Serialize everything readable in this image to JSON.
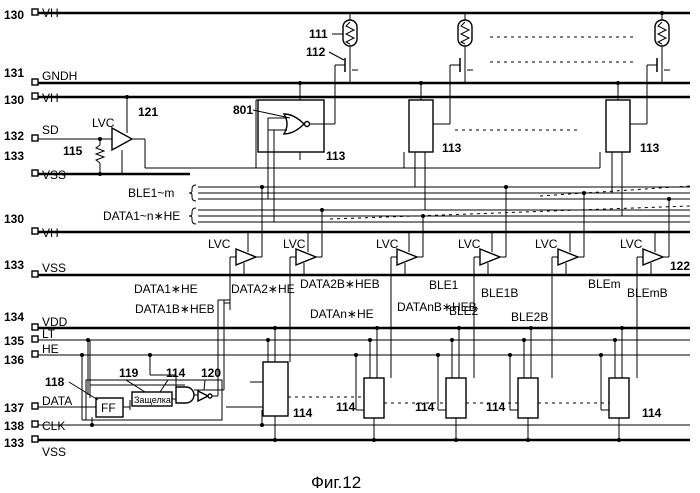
{
  "rails": [
    {
      "ref": "130",
      "label": "VH"
    },
    {
      "ref": "131",
      "label": "GNDH"
    },
    {
      "ref": "130",
      "label": "VH"
    },
    {
      "ref": "132",
      "label": "SD"
    },
    {
      "ref": "133",
      "label": "VSS"
    },
    {
      "ref": "130",
      "label": "VH"
    },
    {
      "ref": "133",
      "label": "VSS"
    },
    {
      "ref": "134",
      "label": "VDD"
    },
    {
      "ref": "135",
      "label": "LT"
    },
    {
      "ref": "136",
      "label": "HE"
    },
    {
      "ref": "137",
      "label": "DATA"
    },
    {
      "ref": "138",
      "label": "CLK"
    },
    {
      "ref": "133",
      "label": "VSS"
    }
  ],
  "buses": {
    "ble": "BLE1~m",
    "data": "DATA1~n∗HE"
  },
  "refs": {
    "r111": "111",
    "r112": "112",
    "r801": "801",
    "r113": "113",
    "r121": "121",
    "r115": "115",
    "r122": "122",
    "r114": "114",
    "r118": "118",
    "r119": "119",
    "r120": "120"
  },
  "lvc": "LVC",
  "ff": "FF",
  "latch": "Защелка",
  "signals": {
    "s1": "DATA1∗HE",
    "s2": "DATA2∗HE",
    "s3": "DATA2B∗HEB",
    "s4": "DATA1B∗HEB",
    "s5": "DATAn∗HE",
    "s6": "DATAnB∗HEB",
    "s7": "BLE1",
    "s8": "BLE1B",
    "s9": "BLE2",
    "s10": "BLE2B",
    "s11": "BLEm",
    "s12": "BLEmB"
  },
  "caption": "Фиг.12"
}
